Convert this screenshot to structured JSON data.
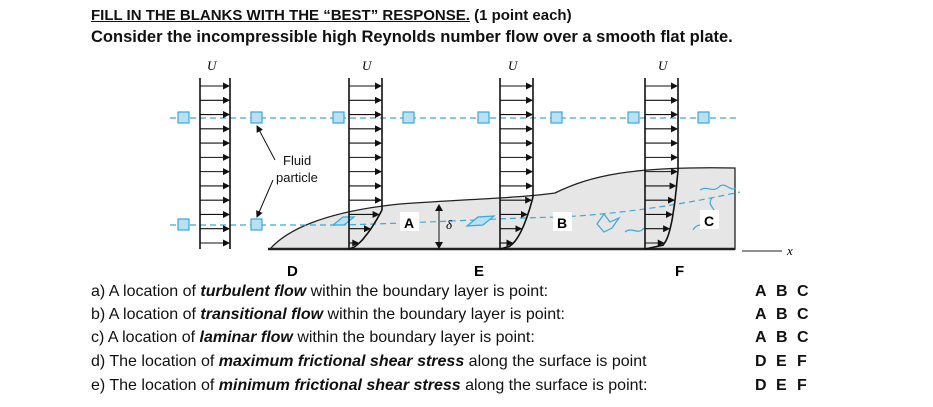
{
  "header": {
    "instruction": "FILL IN THE BLANKS WITH THE “BEST” RESPONSE.",
    "points": " (1 point each)",
    "context": "Consider the incompressible high Reynolds number flow over a smooth flat plate."
  },
  "diagram": {
    "velocity_label": "U",
    "fluid_particle_label_line1": "Fluid",
    "fluid_particle_label_line2": "particle",
    "delta_label": "δ",
    "x_label": "x",
    "region_labels": [
      "A",
      "B",
      "C"
    ],
    "surface_labels": [
      "D",
      "E",
      "F"
    ]
  },
  "questions": [
    {
      "prefix": "a) A location of ",
      "emphasis": "turbulent flow",
      "suffix": "  within the boundary layer is point:",
      "options": [
        "A",
        "B",
        "C"
      ]
    },
    {
      "prefix": "b) A location of ",
      "emphasis": "transitional flow",
      "suffix": " within the boundary layer is point:",
      "options": [
        "A",
        "B",
        "C"
      ]
    },
    {
      "prefix": "c) A location of ",
      "emphasis": "laminar flow",
      "suffix": "  within the boundary layer is point:",
      "options": [
        "A",
        "B",
        "C"
      ]
    },
    {
      "prefix": "d) The location of ",
      "emphasis": "maximum frictional shear stress",
      "suffix": " along the surface is point",
      "options": [
        "D",
        "E",
        "F"
      ]
    },
    {
      "prefix": "e) The location of ",
      "emphasis": "minimum frictional shear stress",
      "suffix": " along the surface is point:",
      "options": [
        "D",
        "E",
        "F"
      ]
    }
  ]
}
